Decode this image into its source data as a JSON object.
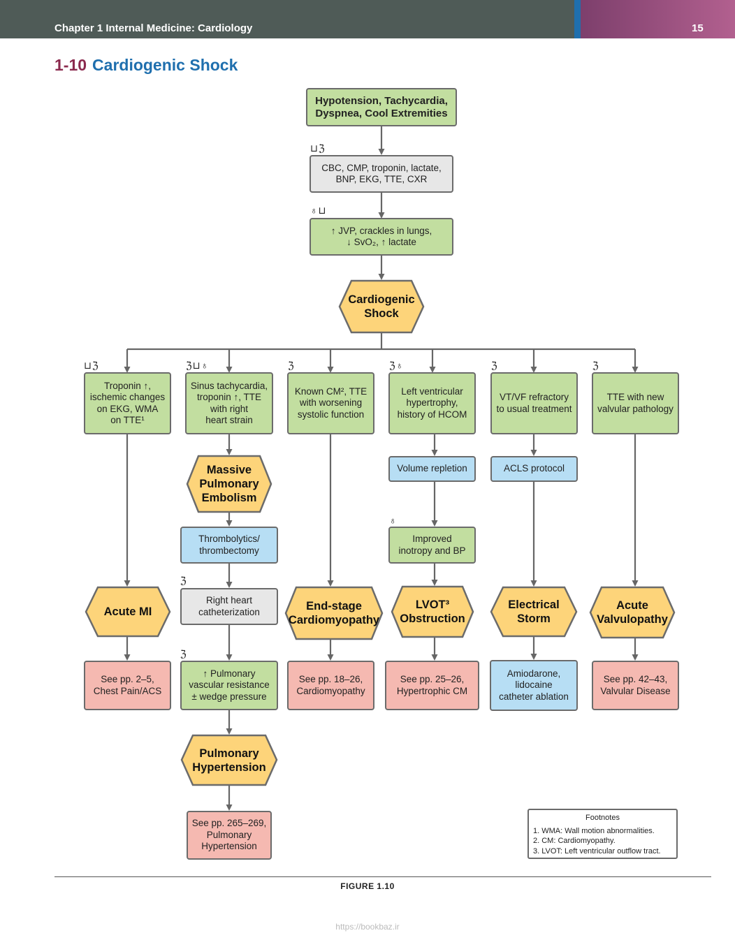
{
  "header": {
    "chapter": "Chapter 1  Internal Medicine: Cardiology",
    "page_number": "15"
  },
  "section": {
    "number": "1-10",
    "title": "Cardiogenic Shock"
  },
  "nodes": {
    "presentation": "Hypotension, Tachycardia,\nDyspnea, Cool Extremities",
    "labs": "CBC, CMP, troponin, lactate,\nBNP, EKG, TTE, CXR",
    "exam": "↑ JVP, crackles in lungs,\n↓ SvO₂, ↑ lactate",
    "shock": "Cardiogenic\nShock",
    "mi_findings": "Troponin ↑,\nischemic changes\non EKG, WMA\non TTE¹",
    "pe_findings": "Sinus tachycardia,\ntroponin ↑, TTE\nwith right\nheart strain",
    "cm_findings": "Known CM², TTE\nwith worsening\nsystolic function",
    "lvot_findings": "Left ventricular\nhypertrophy,\nhistory of HCOM",
    "vt_findings": "VT/VF refractory\nto usual treatment",
    "valve_findings": "TTE with new\nvalvular pathology",
    "massive_pe": "Massive\nPulmonary\nEmbolism",
    "thrombolytics": "Thrombolytics/\nthrombectomy",
    "rhc": "Right heart\ncatheterization",
    "pvr": "↑ Pulmonary\nvascular resistance\n± wedge pressure",
    "pulm_htn": "Pulmonary\nHypertension",
    "pulm_htn_ref": "See pp. 265–269,\nPulmonary\nHypertension",
    "volume": "Volume repletion",
    "inotropy": "Improved\ninotropy and BP",
    "acls": "ACLS protocol",
    "acute_mi": "Acute MI",
    "end_stage": "End-stage\nCardiomyopathy",
    "lvot_obs": "LVOT³\nObstruction",
    "storm": "Electrical\nStorm",
    "acute_valve": "Acute\nValvulopathy",
    "mi_ref": "See pp. 2–5,\nChest Pain/ACS",
    "cm_ref": "See pp. 18–26,\nCardiomyopathy",
    "hcm_ref": "See pp. 25–26,\nHypertrophic CM",
    "storm_tx": "Amiodarone,\nlidocaine\ncatheter ablation",
    "valve_ref": "See pp. 42–43,\nValvular Disease"
  },
  "icon_groups": {
    "labs_icons": [
      "test-tube-icon",
      "microscope-icon"
    ],
    "exam_icons": [
      "stethoscope-icon",
      "test-tube-icon"
    ],
    "mi_icons": [
      "test-tube-icon",
      "microscope-icon"
    ],
    "pe_icons": [
      "microscope-icon",
      "test-tube-icon",
      "stethoscope-icon"
    ],
    "cm_icons": [
      "microscope-icon"
    ],
    "lvot_icons": [
      "microscope-icon",
      "stethoscope-icon"
    ],
    "vt_icons": [
      "microscope-icon"
    ],
    "valve_icons": [
      "microscope-icon"
    ],
    "inotropy_icons": [
      "stethoscope-icon"
    ],
    "rhc_icons": [
      "microscope-icon"
    ],
    "pvr_icons": [
      "microscope-icon"
    ]
  },
  "footnotes": {
    "heading": "Footnotes",
    "items": [
      "1. WMA: Wall motion abnormalities.",
      "2. CM: Cardiomyopathy.",
      "3. LVOT: Left ventricular outflow tract."
    ]
  },
  "figure_label": "FIGURE 1.10",
  "url": "https://bookbaz.ir",
  "colors": {
    "finding": "#c2dea0",
    "test": "#e7e7e7",
    "treatment": "#b7def4",
    "reference": "#f5b9b1",
    "diagnosis": "#fdd47a",
    "border": "#6b6b6b"
  }
}
